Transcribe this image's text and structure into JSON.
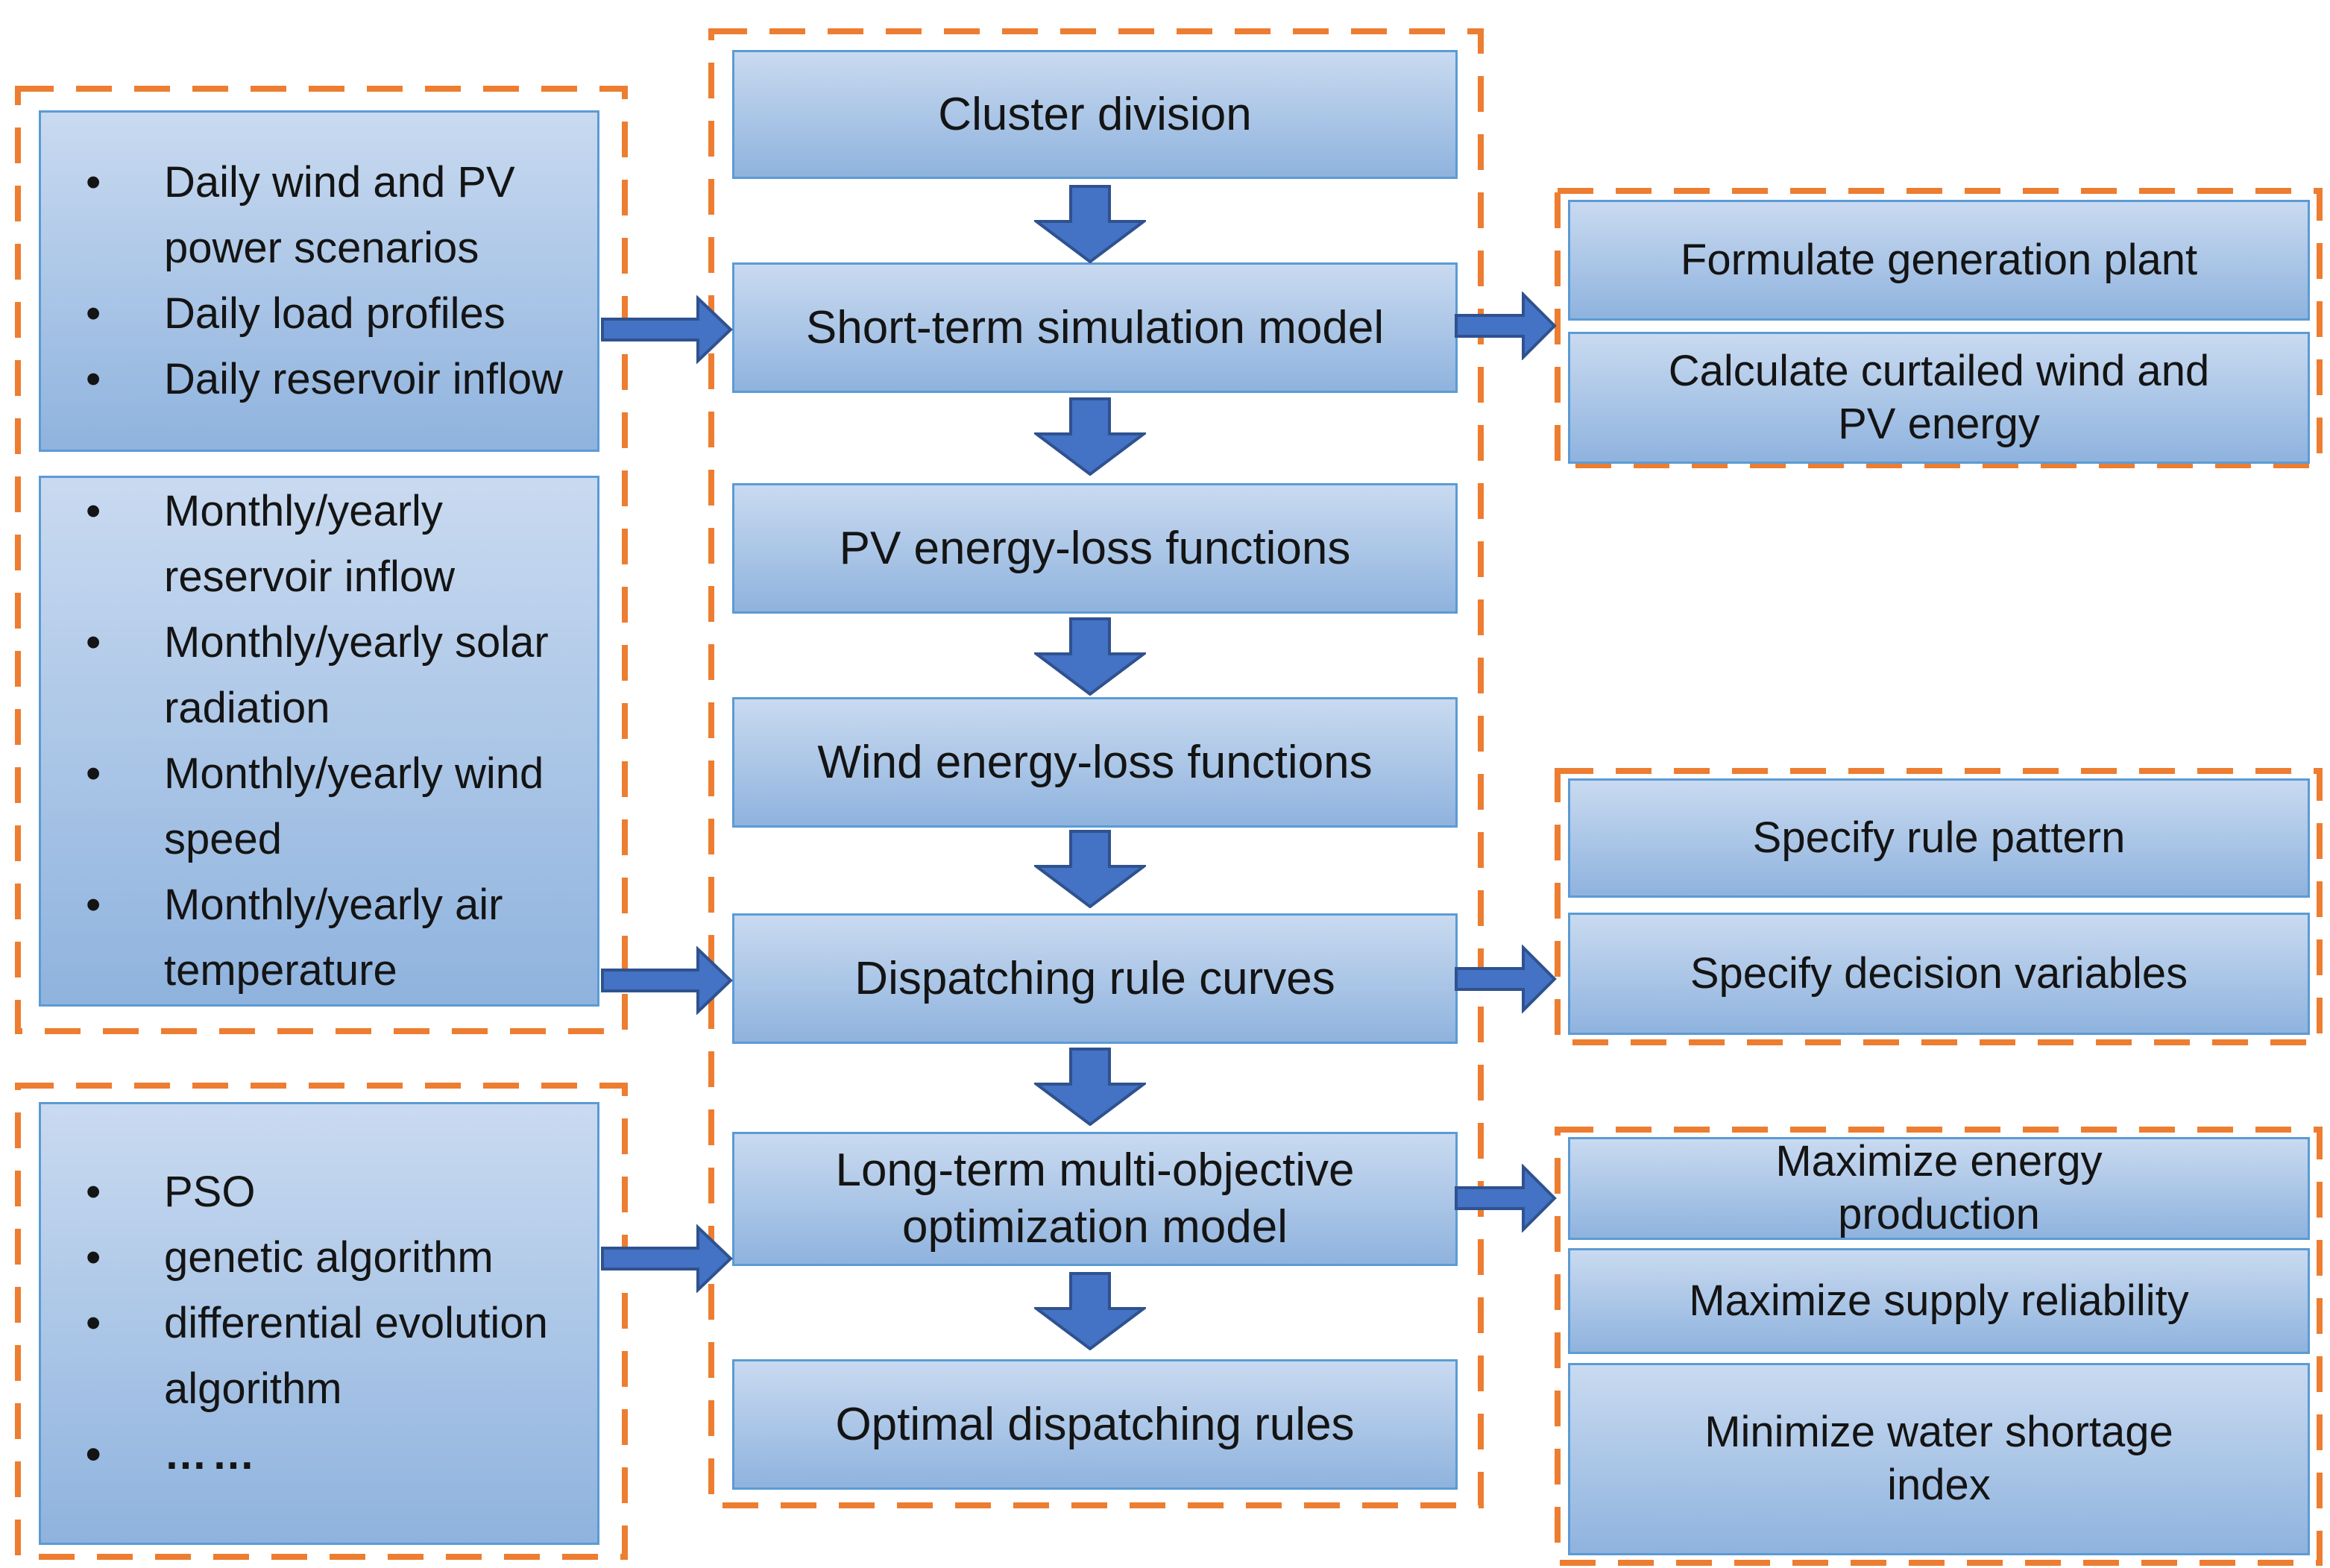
{
  "diagram": {
    "left": {
      "input_group": {
        "daily_list": [
          "Daily wind and PV power scenarios",
          "Daily load profiles",
          "Daily reservoir inflow"
        ],
        "monthly_list": [
          "Monthly/yearly reservoir inflow",
          "Monthly/yearly solar radiation",
          "Monthly/yearly wind speed",
          "Monthly/yearly  air temperature"
        ]
      },
      "algorithm_list": [
        "PSO",
        "genetic algorithm",
        "differential evolution algorithm",
        "……"
      ]
    },
    "center_steps": {
      "cluster_division": "Cluster division",
      "short_term": "Short-term simulation model",
      "pv_loss": "PV energy-loss functions",
      "wind_loss": "Wind energy-loss functions",
      "rule_curves": "Dispatching rule curves",
      "long_term": "Long-term multi-objective\noptimization model",
      "optimal_rules": "Optimal dispatching rules"
    },
    "right": {
      "short_term_outputs": {
        "formulate": "Formulate generation plant",
        "calculate": "Calculate curtailed wind and\nPV energy"
      },
      "rule_outputs": {
        "pattern": "Specify rule pattern",
        "variables": "Specify decision variables"
      },
      "objectives": {
        "energy": "Maximize energy\nproduction",
        "reliability": "Maximize supply reliability",
        "shortage": "Minimize water shortage\nindex"
      }
    },
    "colors": {
      "box_border": "#5b9bd5",
      "box_fill_top": "#c9daf0",
      "box_fill_bottom": "#8fb3de",
      "arrow_fill": "#4472c4",
      "arrow_outline": "#2f528f",
      "group_border": "#ed7d31",
      "text": "#141414",
      "background": "#ffffff"
    }
  }
}
